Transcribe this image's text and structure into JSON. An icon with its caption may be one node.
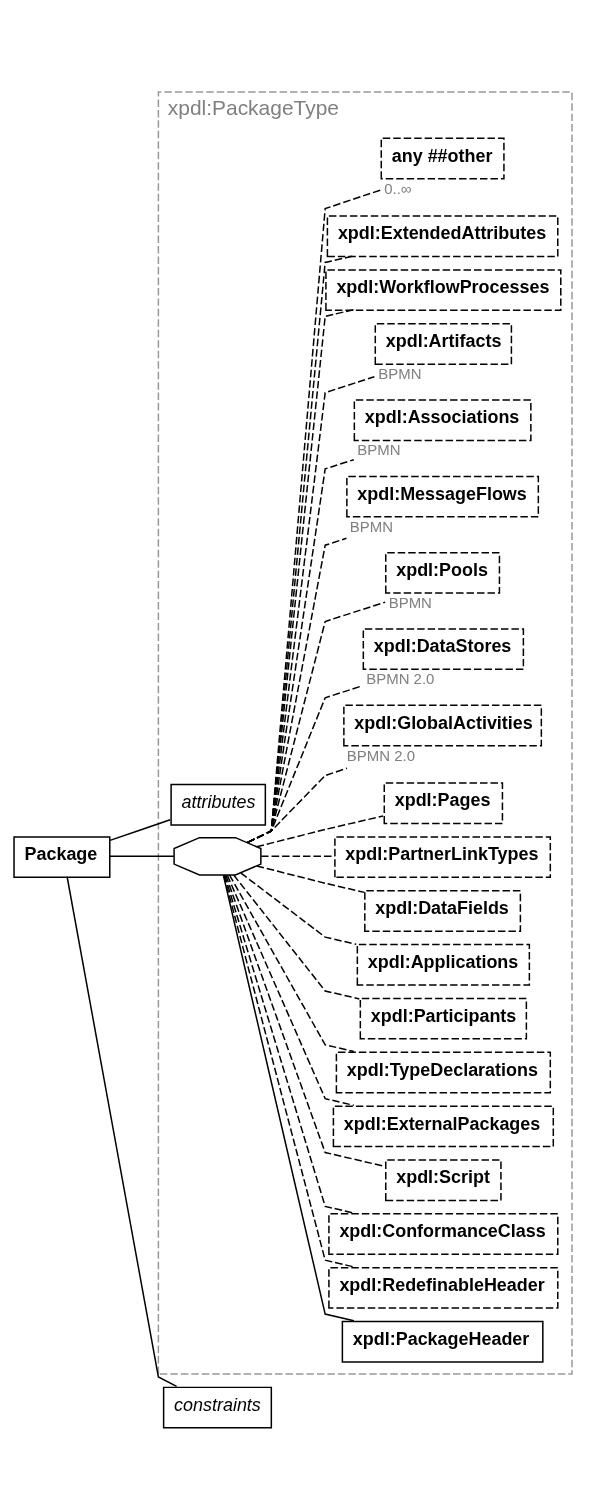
{
  "diagram": {
    "nodes": [
      {
        "text": [
          "Package"
        ]
      },
      {
        "text": [
          "xpdl:PackageType"
        ]
      },
      {
        "text": [
          "attributes"
        ],
        "in": 1
      },
      {
        "text": [],
        "shape": "octagon",
        "in": 1
      },
      {
        "text": [
          "xpdl:PackageHeader"
        ],
        "in": 1
      },
      {
        "text": [
          "xpdl:RedefinableHeader"
        ],
        "in": 1
      },
      {
        "text": [
          "xpdl:ConformanceClass"
        ],
        "in": 1
      },
      {
        "text": [
          "xpdl:Script"
        ],
        "in": 1
      },
      {
        "text": [
          "xpdl:ExternalPackages"
        ],
        "in": 1
      },
      {
        "text": [
          "xpdl:TypeDeclarations"
        ],
        "in": 1
      },
      {
        "text": [
          "xpdl:Participants"
        ],
        "in": 1
      },
      {
        "text": [
          "xpdl:Applications"
        ],
        "in": 1
      },
      {
        "text": [
          "xpdl:DataFields"
        ],
        "in": 1
      },
      {
        "text": [
          "xpdl:PartnerLinkTypes"
        ],
        "in": 1
      },
      {
        "text": [
          "xpdl:Pages"
        ],
        "in": 1
      },
      {
        "text": [
          "xpdl:GlobalActivities"
        ],
        "beside": [
          "BPMN 2.0"
        ],
        "in": 1
      },
      {
        "text": [
          "xpdl:DataStores"
        ],
        "beside": [
          "BPMN 2.0"
        ],
        "in": 1
      },
      {
        "text": [
          "xpdl:Pools"
        ],
        "beside": [
          "BPMN"
        ],
        "in": 1
      },
      {
        "text": [
          "xpdl:MessageFlows"
        ],
        "beside": [
          "BPMN"
        ],
        "in": 1
      },
      {
        "text": [
          "xpdl:Associations"
        ],
        "beside": [
          "BPMN"
        ],
        "in": 1
      },
      {
        "text": [
          "xpdl:Artifacts"
        ],
        "beside": [
          "BPMN"
        ],
        "in": 1
      },
      {
        "text": [
          "xpdl:WorkflowProcesses"
        ],
        "in": 1
      },
      {
        "text": [
          "xpdl:ExtendedAttributes"
        ],
        "in": 1
      },
      {
        "text": [
          "any ##other"
        ],
        "beside": [
          "0..∞"
        ],
        "in": 1
      },
      {
        "text": [
          "constraints"
        ]
      }
    ],
    "edges": [
      {
        "from": 0,
        "to": 2,
        "arrow": "none"
      },
      {
        "from": 0,
        "to": 3,
        "arrow": "none"
      },
      {
        "from": 0,
        "to": 24,
        "arrow": "none"
      },
      {
        "from": 3,
        "to": 4,
        "arrow": "none"
      },
      {
        "from": 3,
        "to": 5,
        "arrow": "none",
        "style": "dashed"
      },
      {
        "from": 3,
        "to": 6,
        "arrow": "none",
        "style": "dashed"
      },
      {
        "from": 3,
        "to": 7,
        "arrow": "none",
        "style": "dashed"
      },
      {
        "from": 3,
        "to": 8,
        "arrow": "none",
        "style": "dashed"
      },
      {
        "from": 3,
        "to": 9,
        "arrow": "none",
        "style": "dashed"
      },
      {
        "from": 3,
        "to": 10,
        "arrow": "none",
        "style": "dashed"
      },
      {
        "from": 3,
        "to": 11,
        "arrow": "none",
        "style": "dashed"
      },
      {
        "from": 3,
        "to": 12,
        "arrow": "none",
        "style": "dashed"
      },
      {
        "from": 3,
        "to": 13,
        "arrow": "none",
        "style": "dashed"
      },
      {
        "from": 3,
        "to": 14,
        "arrow": "none",
        "style": "dashed"
      },
      {
        "from": 3,
        "to": 15,
        "arrow": "none",
        "style": "dashed"
      },
      {
        "from": 3,
        "to": 16,
        "arrow": "none",
        "style": "dashed"
      },
      {
        "from": 3,
        "to": 17,
        "arrow": "none",
        "style": "dashed"
      },
      {
        "from": 3,
        "to": 18,
        "arrow": "none",
        "style": "dashed"
      },
      {
        "from": 3,
        "to": 19,
        "arrow": "none",
        "style": "dashed"
      },
      {
        "from": 3,
        "to": 20,
        "arrow": "none",
        "style": "dashed"
      },
      {
        "from": 3,
        "to": 21,
        "arrow": "none",
        "style": "dashed"
      },
      {
        "from": 3,
        "to": 22,
        "arrow": "none",
        "style": "dashed"
      },
      {
        "from": 3,
        "to": 23,
        "arrow": "none",
        "style": "dashed"
      }
    ]
  }
}
